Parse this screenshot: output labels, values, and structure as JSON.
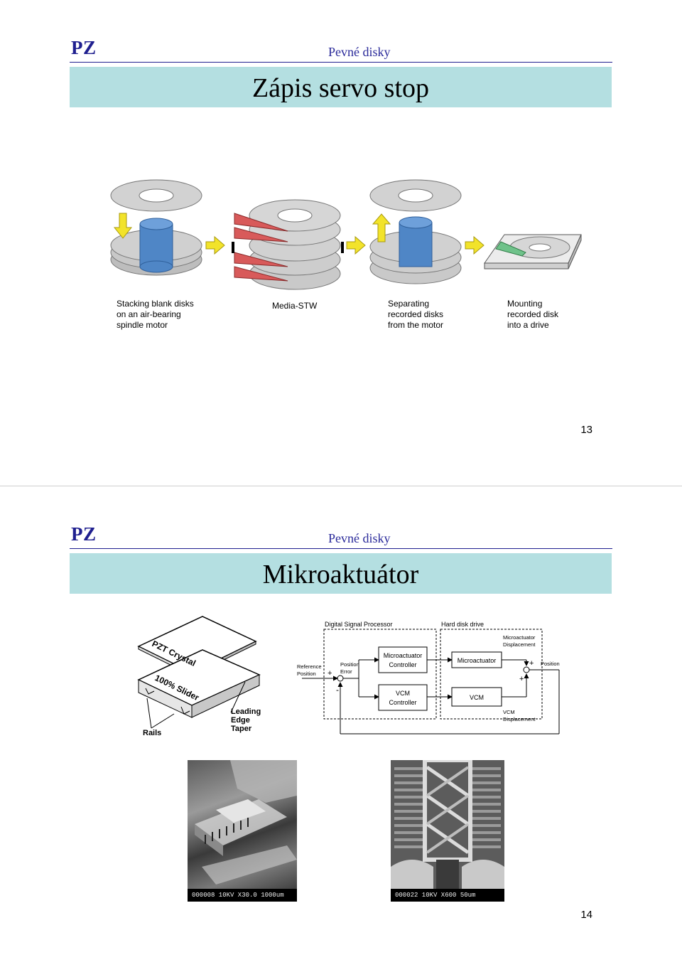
{
  "slides": [
    {
      "logo": "PZ",
      "subject": "Pevné disky",
      "title": "Zápis servo stop",
      "figure": {
        "captions": [
          "Stacking blank disks\non an air-bearing\nspindle motor",
          "Media-STW",
          "Separating\nrecorded disks\nfrom the motor",
          "Mounting\nrecorded disk\ninto a drive"
        ]
      },
      "page": "13"
    },
    {
      "logo": "PZ",
      "subject": "Pevné disky",
      "title": "Mikroaktuátor",
      "slider_figure": {
        "pzt": "PZT Crystal",
        "slider": "100% Slider",
        "leading": "Leading",
        "edge": "Edge",
        "taper": "Taper",
        "rails": "Rails"
      },
      "block_diagram": {
        "dsp": "Digital Signal Processor",
        "hdd": "Hard disk drive",
        "reference": "Reference",
        "position_in": "Position",
        "pos_err_1": "Position",
        "pos_err_2": "Error",
        "mc_1": "Microactuator",
        "mc_2": "Controller",
        "microactuator": "Microactuator",
        "vcm_c_1": "VCM",
        "vcm_c_2": "Controller",
        "vcm": "VCM",
        "ma_disp_1": "Microactuator",
        "ma_disp_2": "Displacement",
        "vcm_disp_1": "VCM",
        "vcm_disp_2": "Displacement",
        "position_out": "Position",
        "plus1": "+",
        "minus": "-",
        "plus2": "+",
        "plus3": "+"
      },
      "sem_left": "000008 10KV X30.0 1000um",
      "sem_right": "000022 10KV X600 50um",
      "page": "14"
    }
  ]
}
